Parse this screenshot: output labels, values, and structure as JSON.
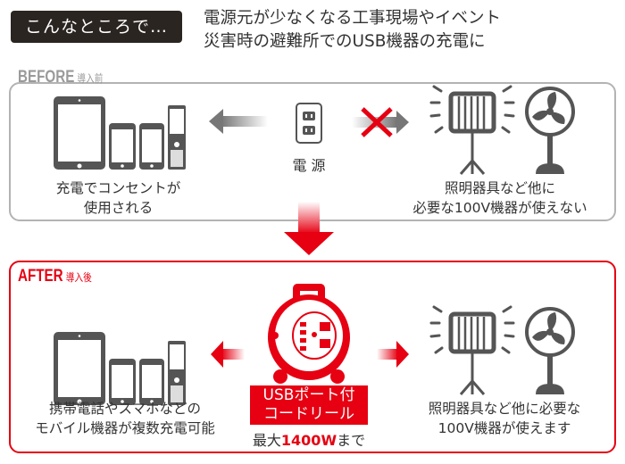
{
  "header": {
    "tag": "こんなところで…",
    "line1": "電源元が少なくなる工事現場やイベント",
    "line2": "災害時の避難所でのUSB機器の充電に"
  },
  "before": {
    "label": "BEFORE",
    "label_sub": "導入前",
    "power_label": "電 源",
    "left_caption_1": "充電でコンセントが",
    "left_caption_2": "使用される",
    "right_caption_1": "照明器具など他に",
    "right_caption_2": "必要な100V機器が使えない"
  },
  "after": {
    "label": "AFTER",
    "label_sub": "導入後",
    "product_1": "USBポート付",
    "product_2": "コードリール",
    "max_prefix": "最大",
    "max_value": "1400W",
    "max_suffix": "まで",
    "left_caption_1": "携帯電話やスマホなどの",
    "left_caption_2": "モバイル機器が複数充電可能",
    "right_caption_1": "照明器具など他に必要な",
    "right_caption_2": "100V機器が使えます"
  },
  "colors": {
    "red": "#e60012",
    "gray": "#555555",
    "border": "#b3b3b3"
  }
}
